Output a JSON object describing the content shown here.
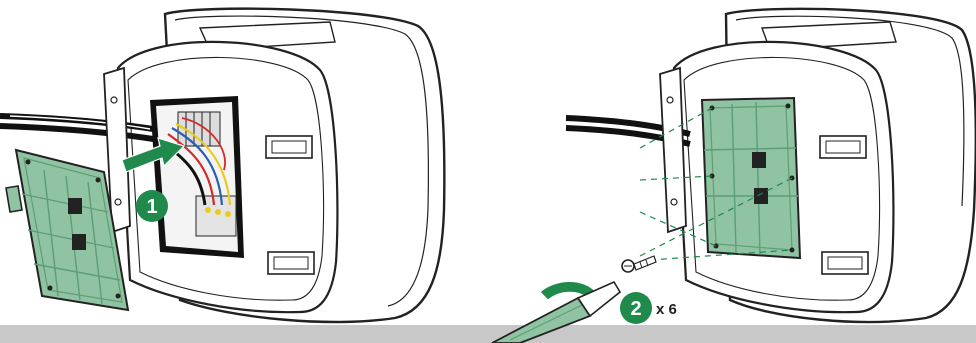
{
  "steps": [
    {
      "number": "1",
      "multiplier": ""
    },
    {
      "number": "2",
      "multiplier": "x 6"
    }
  ],
  "colors": {
    "accent_green": "#1f8a4c",
    "panel_green": "#8fc3a2",
    "panel_green_dark": "#5f9c78",
    "outline": "#222222",
    "wire_red": "#d22b2b",
    "wire_blue": "#2a5fb0",
    "wire_yellow": "#e8cc1c",
    "footer_gray": "#c8c8c8"
  },
  "icons": [
    "arrow-right-icon",
    "screwdriver-icon",
    "screw-icon",
    "rotate-arrow-icon"
  ]
}
